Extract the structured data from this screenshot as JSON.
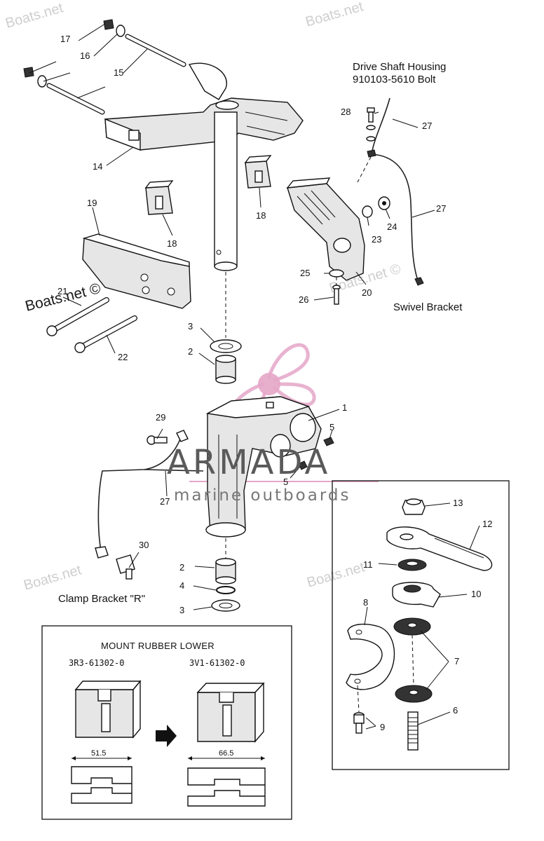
{
  "labels": {
    "drive_shaft_housing": "Drive Shaft Housing",
    "bolt_part": "910103-5610 Bolt",
    "swivel_bracket": "Swivel Bracket",
    "clamp_bracket": "Clamp Bracket \"R\""
  },
  "callouts": {
    "c1": "1",
    "c2a": "2",
    "c2b": "2",
    "c3a": "3",
    "c3b": "3",
    "c4": "4",
    "c5a": "5",
    "c5b": "5",
    "c6": "6",
    "c7": "7",
    "c8": "8",
    "c9": "9",
    "c10": "10",
    "c11": "11",
    "c12": "12",
    "c13": "13",
    "c14": "14",
    "c15": "15",
    "c16": "16",
    "c17": "17",
    "c18a": "18",
    "c18b": "18",
    "c19": "19",
    "c21": "21",
    "c22": "22",
    "c23": "23",
    "c24": "24",
    "c25": "25",
    "c26": "26",
    "c27a": "27",
    "c27b": "27",
    "c27c": "27",
    "c28": "28",
    "c29": "29",
    "c30": "30"
  },
  "inset": {
    "title": "MOUNT RUBBER LOWER",
    "old_part": "3R3-61302-0",
    "new_part": "3V1-61302-0",
    "old_dim": "51.5",
    "new_dim": "66.5"
  },
  "watermarks": {
    "site": "Boats.net",
    "site_copy": "Boats.net ©",
    "brand": "ARMADA",
    "brand_sub": "marine outboards"
  },
  "colors": {
    "line": "#111111",
    "watermark": "#c9c9c9",
    "brand_pink": "#e5a6c8"
  }
}
